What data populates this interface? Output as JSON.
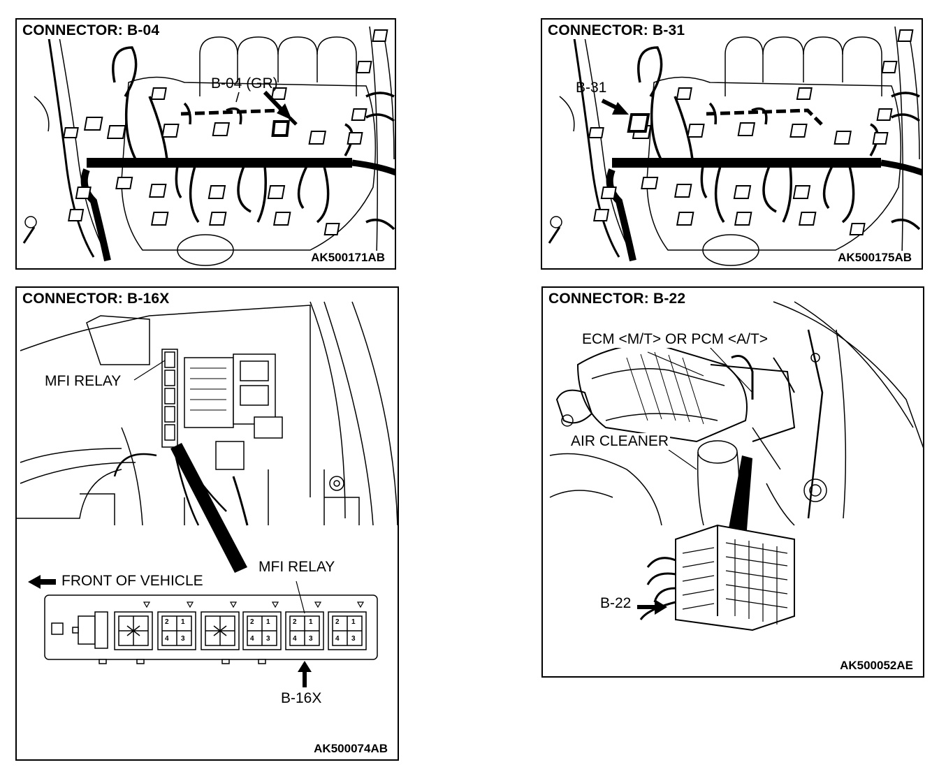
{
  "panels": [
    {
      "title": "CONNECTOR: B-04",
      "code": "AK500171AB",
      "labels": {
        "connector": "B-04 (GR)"
      }
    },
    {
      "title": "CONNECTOR: B-31",
      "code": "AK500175AB",
      "labels": {
        "connector": "B-31"
      }
    },
    {
      "title": "CONNECTOR: B-16X",
      "code": "AK500074AB",
      "labels": {
        "relay_top": "MFI RELAY",
        "relay_bottom": "MFI RELAY",
        "front": "FRONT OF VEHICLE",
        "connector": "B-16X"
      },
      "relay_pins": [
        "2",
        "1",
        "4",
        "3"
      ]
    },
    {
      "title": "CONNECTOR: B-22",
      "code": "AK500052AE",
      "labels": {
        "ecm": "ECM <M/T> OR PCM <A/T>",
        "air_cleaner": "AIR CLEANER",
        "connector": "B-22"
      }
    }
  ]
}
